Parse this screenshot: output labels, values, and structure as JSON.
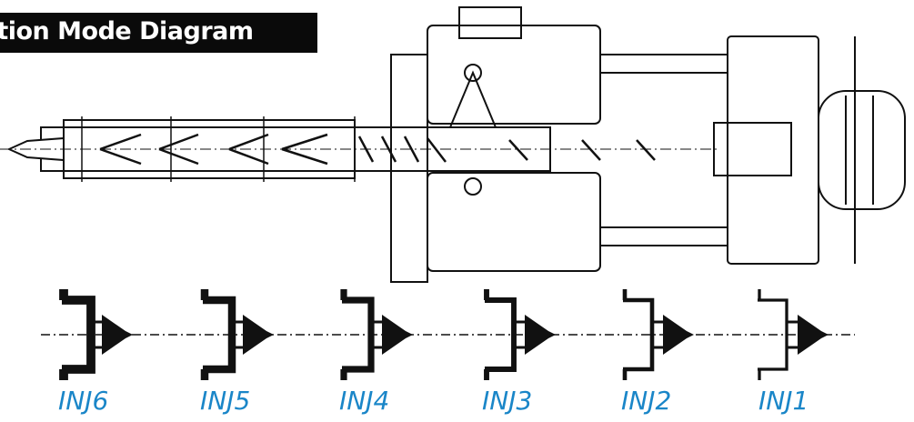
{
  "title": "ection Mode Diagram",
  "label_color": "#1a86c8",
  "modes": [
    {
      "label": "INJ6",
      "level": 6
    },
    {
      "label": "INJ5",
      "level": 5
    },
    {
      "label": "INJ4",
      "level": 4
    },
    {
      "label": "INJ3",
      "level": 3
    },
    {
      "label": "INJ2",
      "level": 2
    },
    {
      "label": "INJ1",
      "level": 1
    }
  ]
}
